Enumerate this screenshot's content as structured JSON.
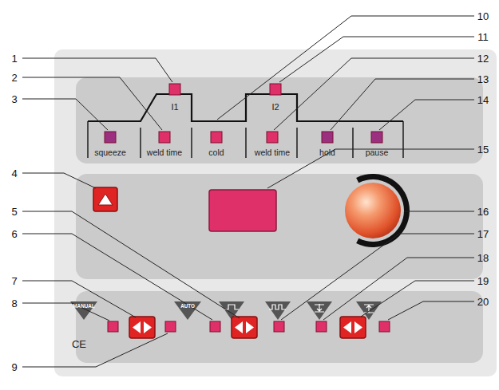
{
  "diagram": {
    "labels": [
      "1",
      "2",
      "3",
      "4",
      "5",
      "6",
      "7",
      "8",
      "9",
      "10",
      "11",
      "12",
      "13",
      "14",
      "15",
      "16",
      "17",
      "18",
      "19",
      "20",
      "I1",
      "I2",
      "squeeze",
      "weld time",
      "cold",
      "weld time",
      "hold",
      "pause",
      "MANUAL",
      "AUTO",
      "CE"
    ]
  }
}
